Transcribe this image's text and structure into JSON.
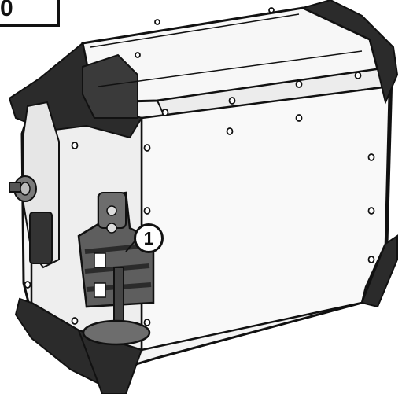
{
  "figure": {
    "corner_label": "0",
    "callout_number": "1"
  },
  "colors": {
    "outline": "#111111",
    "body_fill": "#f4f4f4",
    "corner_dark": "#2b2b2b",
    "mid_gray": "#7a7a7a",
    "holder_fill": "#5e5e5e"
  },
  "icons": [
    "aluminium-side-case-illustration",
    "bottle-holder-icon",
    "lock-key-icon"
  ]
}
